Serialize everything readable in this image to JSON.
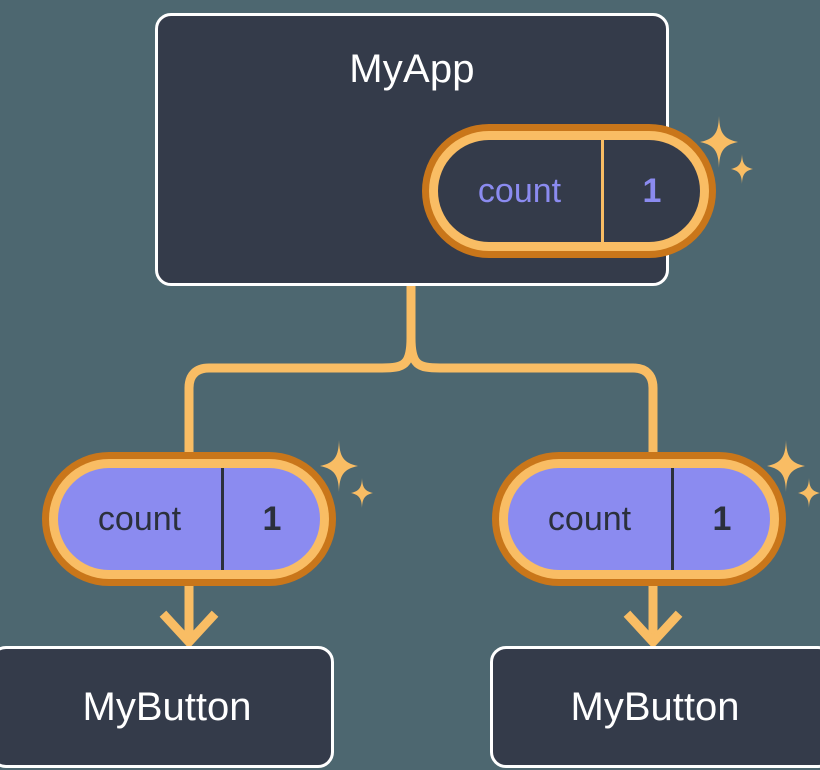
{
  "diagram": {
    "type": "component-state-tree",
    "background_color": "#4d6770",
    "accent_orange": "#f9bd64",
    "accent_orange_dark": "#c9761a",
    "accent_purple": "#8b8bf0",
    "node_fill": "#343b4a",
    "node_border": "#ffffff"
  },
  "root": {
    "title": "MyApp",
    "state": {
      "key": "count",
      "value": "1",
      "sparkle_icon": "sparkle-icon"
    }
  },
  "children": [
    {
      "state": {
        "key": "count",
        "value": "1",
        "sparkle_icon": "sparkle-icon"
      },
      "component": {
        "title": "MyButton"
      },
      "arrow_icon": "arrow-down-icon"
    },
    {
      "state": {
        "key": "count",
        "value": "1",
        "sparkle_icon": "sparkle-icon"
      },
      "component": {
        "title": "MyButton"
      },
      "arrow_icon": "arrow-down-icon"
    }
  ],
  "connectors": {
    "branch_icon": "branch-connector",
    "color": "#f9bd64"
  }
}
